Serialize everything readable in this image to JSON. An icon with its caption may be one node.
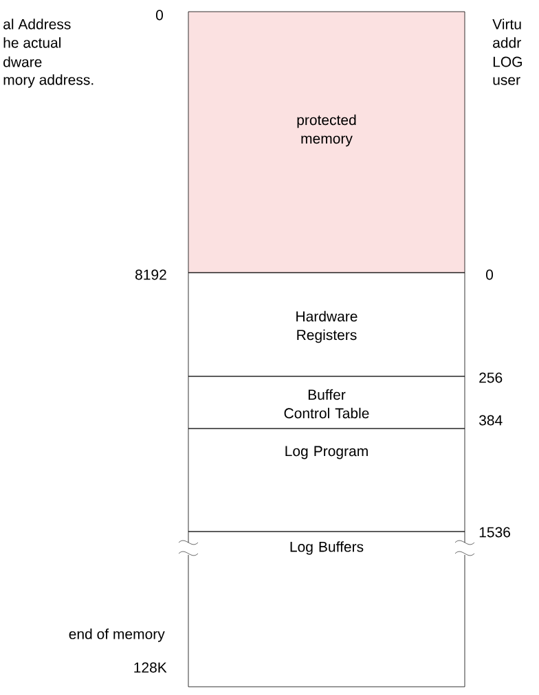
{
  "diagram": {
    "nodes": [
      {
        "text": [
          "protected memory"
        ]
      },
      {
        "text": [
          "Hardware Registers"
        ]
      },
      {
        "text": [
          "Buffer Control Table"
        ]
      },
      {
        "text": [
          "Log Program"
        ]
      },
      {
        "text": [
          "Log Buffers"
        ]
      }
    ],
    "edges": [],
    "labels": [
      "al Address",
      "he actual",
      "dware",
      "mory address.",
      "0",
      "Virtu",
      "addr",
      "LOG",
      "user",
      "8192",
      "0",
      "256",
      "384",
      "1536",
      "end of memory",
      "128K"
    ]
  }
}
